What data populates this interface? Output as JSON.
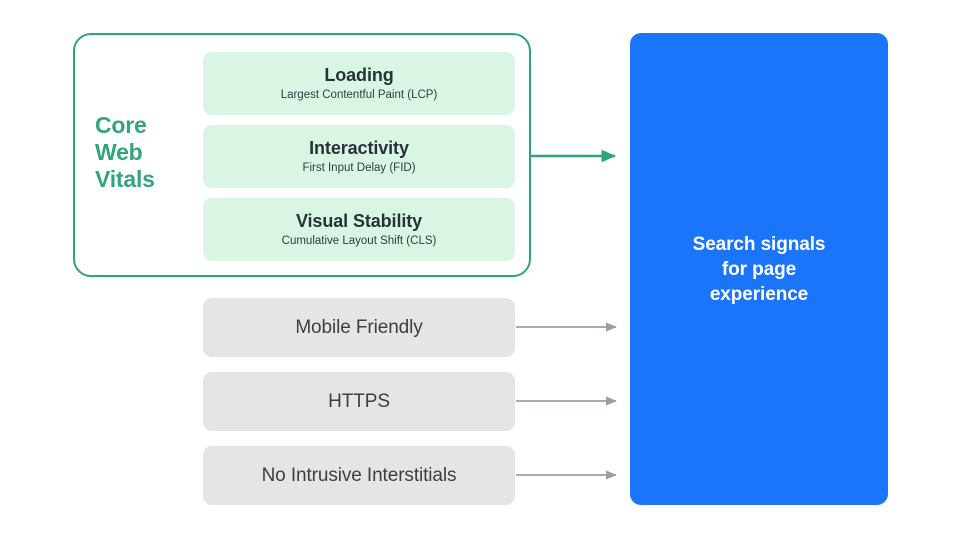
{
  "diagram": {
    "title": "Search signals for page experience",
    "colors": {
      "green_accent": "#34A47E",
      "green_border": "#31A37C",
      "green_card": "#D9F6E5",
      "gray_card": "#E5E5E5",
      "gray_arrow": "#9AA0A6",
      "blue_box": "#1A75FB",
      "dark_text": "#283237",
      "gray_text": "#3C4043",
      "white_text": "#FFFFFF",
      "background": "#FFFFFF"
    }
  },
  "core_web_vitals": {
    "group_label_lines": [
      "Core",
      "Web",
      "Vitals"
    ],
    "metrics": [
      {
        "title": "Loading",
        "subtitle": "Largest Contentful Paint (LCP)"
      },
      {
        "title": "Interactivity",
        "subtitle": "First Input Delay (FID)"
      },
      {
        "title": "Visual Stability",
        "subtitle": "Cumulative Layout Shift (CLS)"
      }
    ]
  },
  "other_signals": [
    {
      "label": "Mobile Friendly"
    },
    {
      "label": "HTTPS"
    },
    {
      "label": "No Intrusive Interstitials"
    }
  ],
  "outcome": {
    "text": "Search signals\nfor page\nexperience"
  }
}
